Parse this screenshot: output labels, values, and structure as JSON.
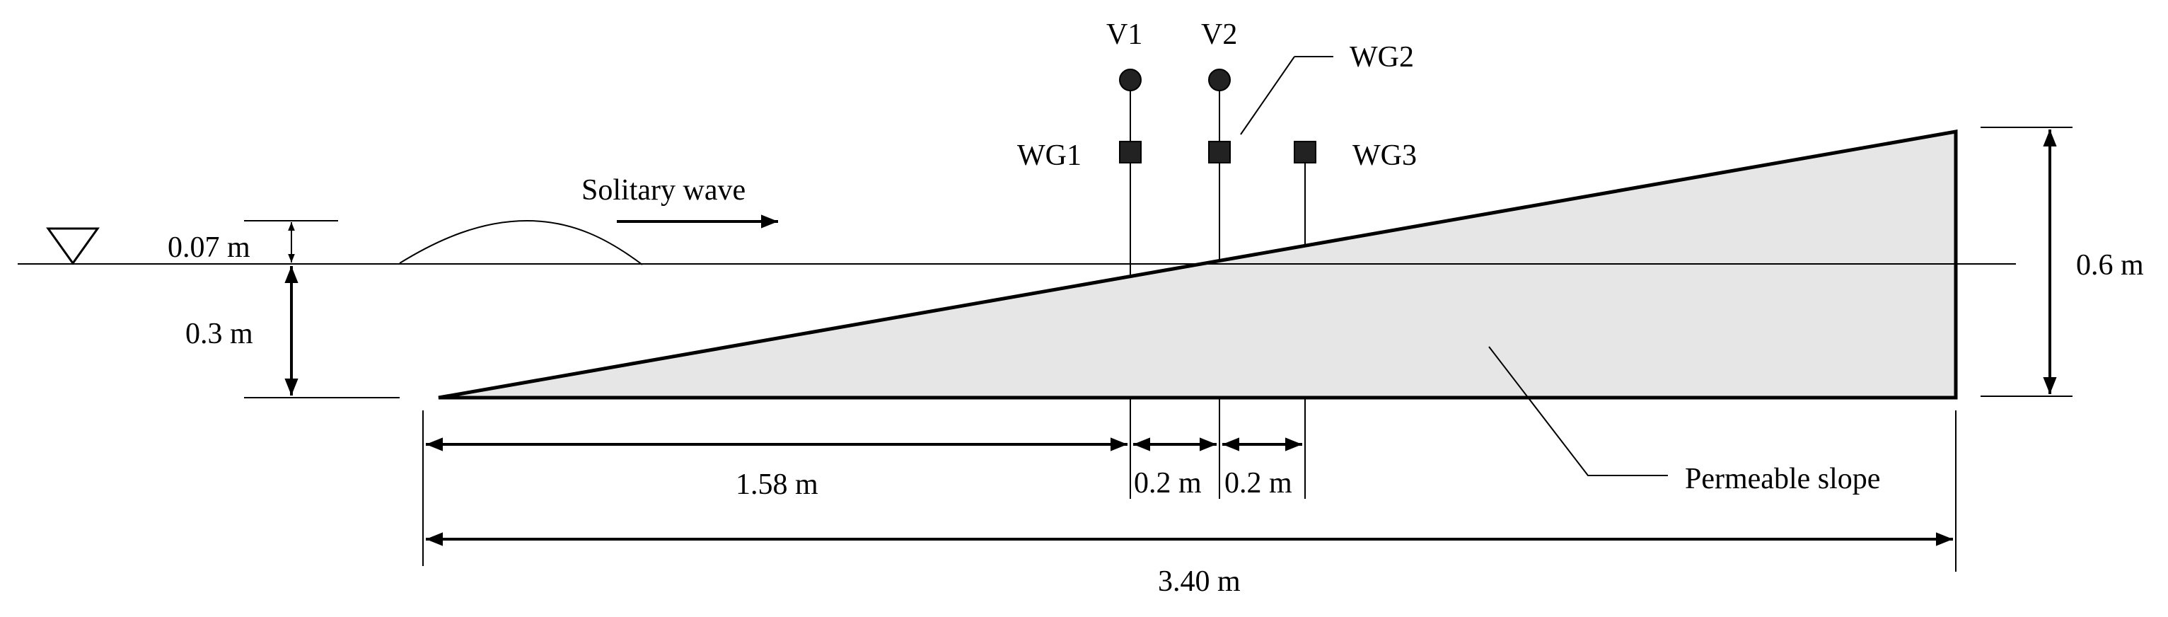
{
  "labels": {
    "wave": "Solitary wave",
    "slope": "Permeable slope",
    "v1": "V1",
    "v2": "V2",
    "wg1": "WG1",
    "wg2": "WG2",
    "wg3": "WG3"
  },
  "dimensions": {
    "wave_height": "0.07 m",
    "water_depth": "0.3 m",
    "slope_height": "0.6 m",
    "dist_1": "1.58 m",
    "dist_2": "0.2 m",
    "dist_3": "0.2 m",
    "total_length": "3.40 m"
  },
  "colors": {
    "slope_fill": "#e6e6e6",
    "stroke": "#000000"
  }
}
